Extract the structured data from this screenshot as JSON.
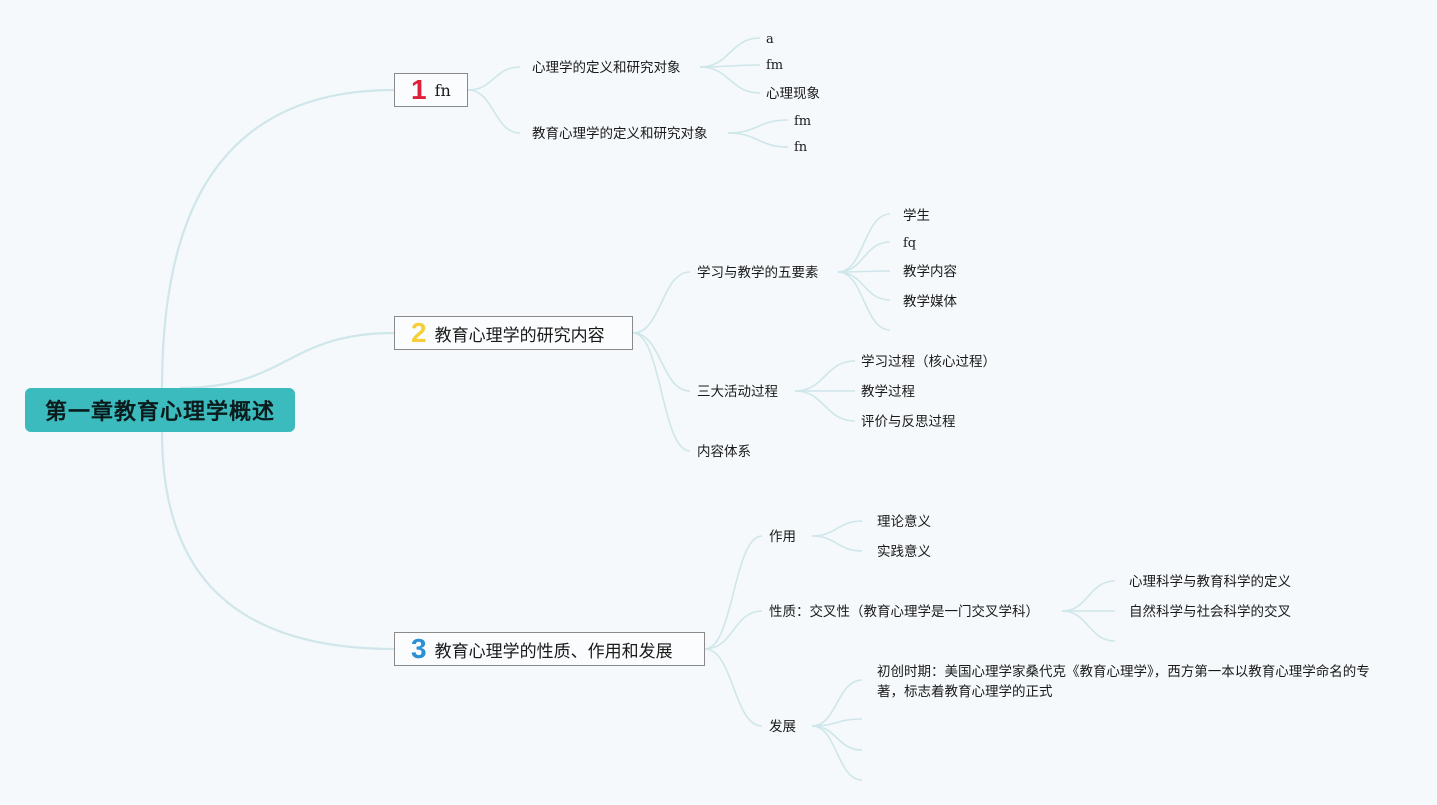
{
  "root": {
    "label": "第一章教育心理学概述"
  },
  "branches": [
    {
      "number": "1",
      "label": "fn",
      "children": [
        {
          "label": "心理学的定义和研究对象",
          "children": [
            "a",
            "fm",
            "心理现象"
          ]
        },
        {
          "label": "教育心理学的定义和研究对象",
          "children": [
            "fm",
            "fn"
          ]
        }
      ]
    },
    {
      "number": "2",
      "label": "教育心理学的研究内容",
      "children": [
        {
          "label": "学习与教学的五要素",
          "children": [
            "学生",
            "fq",
            "教学内容",
            "教学媒体",
            ""
          ]
        },
        {
          "label": "三大活动过程",
          "children": [
            "学习过程（核心过程）",
            "教学过程",
            "评价与反思过程"
          ]
        },
        {
          "label": "内容体系",
          "children": []
        }
      ]
    },
    {
      "number": "3",
      "label": "教育心理学的性质、作用和发展",
      "children": [
        {
          "label": "作用",
          "children": [
            "理论意义",
            "实践意义"
          ]
        },
        {
          "label": "性质：交叉性（教育心理学是一门交叉学科）",
          "children": [
            "心理科学与教育科学的定义",
            "自然科学与社会科学的交叉",
            ""
          ]
        },
        {
          "label": "发展",
          "children": [
            "初创时期：美国心理学家桑代克《教育心理学》，西方第一本以教育心理学命名的专著，标志着教育心理学的正式",
            "",
            "",
            ""
          ]
        }
      ]
    }
  ],
  "colors": {
    "root_fill": "#3cbbbf",
    "link": "#cfe6ea",
    "num1": "#e0203b",
    "num2": "#f5cf3a",
    "num3": "#2a8fd6"
  }
}
